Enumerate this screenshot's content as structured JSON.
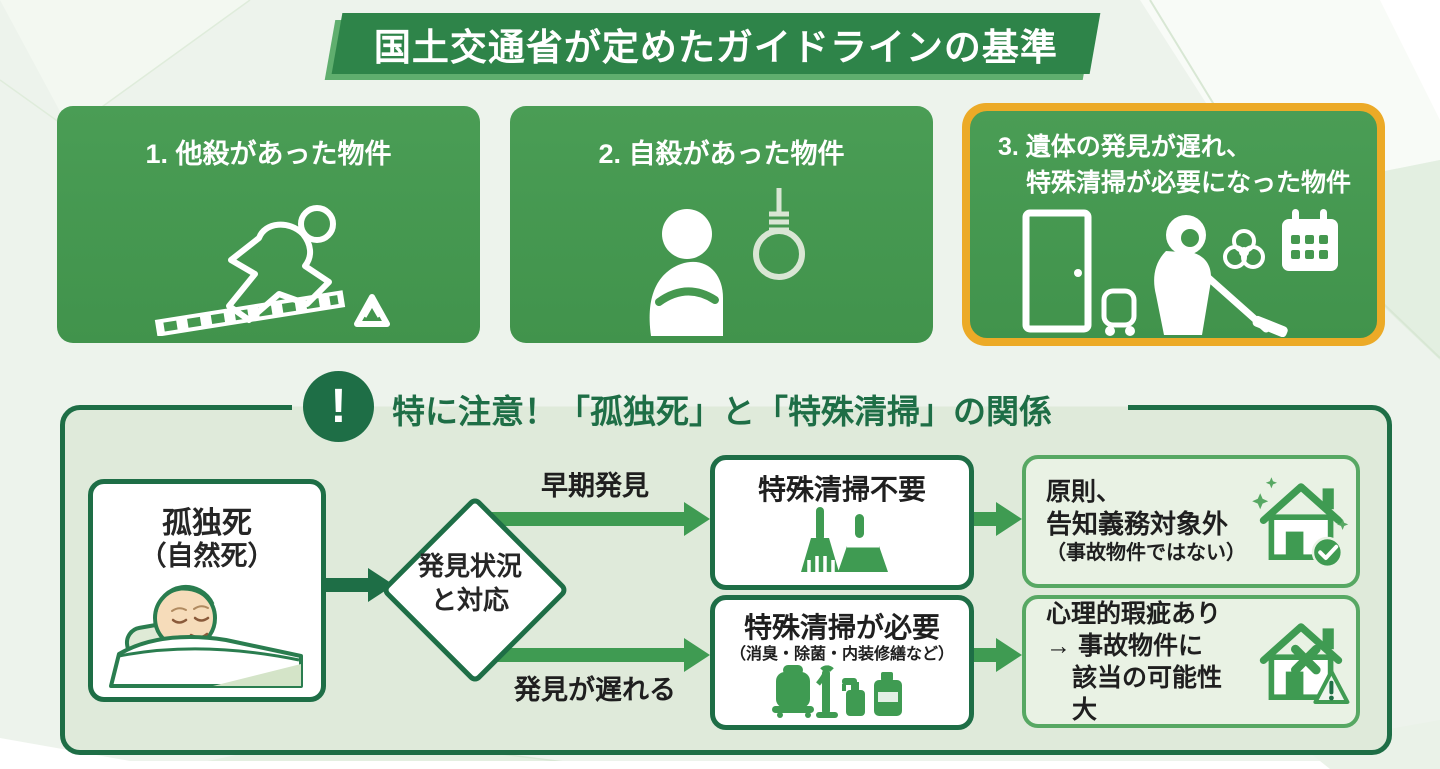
{
  "banner": {
    "title": "国土交通省が定めたガイドラインの基準"
  },
  "criteria_cards": [
    {
      "label": "1. 他殺があった物件",
      "icon": "chalk-outline-icon"
    },
    {
      "label": "2. 自殺があった物件",
      "icon": "despair-person-noose-icon"
    },
    {
      "label_line1": "3. 遺体の発見が遅れ、",
      "label_line2": "特殊清掃が必要になった物件",
      "icon": "hazmat-cleaning-icon",
      "highlighted": true
    }
  ],
  "attention": {
    "exclamation": "!",
    "header": "特に注意！「孤独死」と「特殊清掃」の関係",
    "start_box": {
      "line1": "孤独死",
      "line2": "（自然死）",
      "icon": "elderly-sleeping-illustration"
    },
    "decision": {
      "line1": "発見状況",
      "line2": "と対応"
    },
    "branches": [
      {
        "condition": "早期発見",
        "action_title": "特殊清掃不要",
        "icon": "broom-dustpan-icon",
        "outcome_line1": "原則、",
        "outcome_line2": "告知義務対象外",
        "outcome_line3": "（事故物件ではない）",
        "outcome_icon": "house-check-icon"
      },
      {
        "condition": "発見が遅れる",
        "action_title": "特殊清掃が必要",
        "action_subtitle": "（消臭・除菌・内装修繕など）",
        "icon": "cleaning-tools-icon",
        "outcome_line1": "心理的瑕疵あり",
        "outcome_line2": "→ 事故物件に",
        "outcome_line3": "該当の可能性大",
        "outcome_icon": "house-x-warning-icon"
      }
    ]
  },
  "colors": {
    "dark_green": "#1e6e46",
    "mid_green": "#3f9b52",
    "card_green": "#45984f",
    "banner_green": "#2e8449",
    "highlight_yellow": "#ecaa27",
    "panel_bg": "#dfeada",
    "page_bg": "#edf3ec",
    "result_box_bg": "#e9f2e4",
    "result_box_border": "#57a863"
  }
}
